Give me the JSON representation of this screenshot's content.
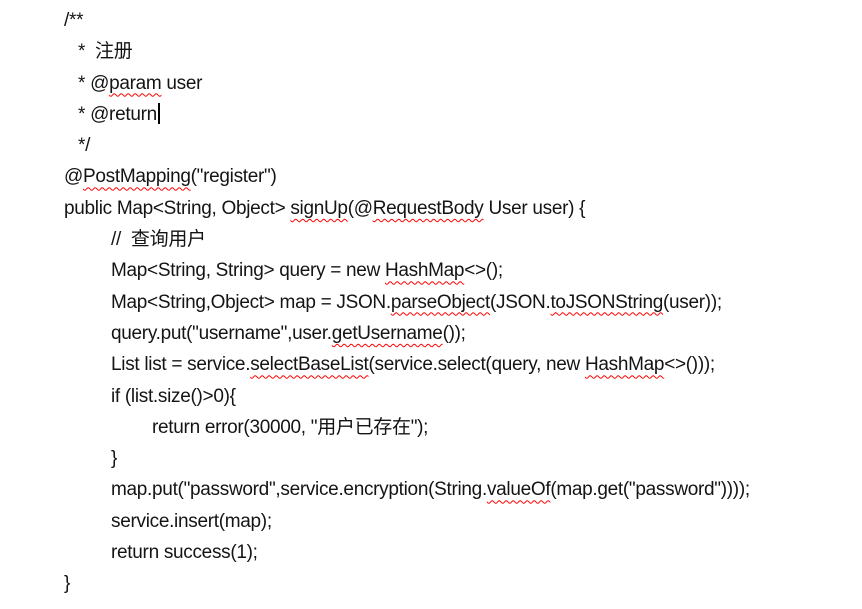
{
  "document": {
    "type": "word-processor-page",
    "background_color": "#ffffff",
    "text_color": "#141414",
    "spellcheck_underline_color": "#ff0000",
    "language_note": "Java source code pasted in document with Chinese comments",
    "lines": [
      {
        "indent": "0",
        "segments": [
          {
            "t": "/**"
          }
        ]
      },
      {
        "indent": "c",
        "segments": [
          {
            "t": "*  注册"
          }
        ]
      },
      {
        "indent": "c",
        "segments": [
          {
            "t": "* @"
          },
          {
            "t": "param",
            "spell": true
          },
          {
            "t": " user"
          }
        ]
      },
      {
        "indent": "c",
        "caret": true,
        "segments": [
          {
            "t": "* @return"
          }
        ]
      },
      {
        "indent": "c",
        "segments": [
          {
            "t": "*/"
          }
        ]
      },
      {
        "indent": "0",
        "segments": [
          {
            "t": "@"
          },
          {
            "t": "PostMapping",
            "spell": true
          },
          {
            "t": "(\"register\")"
          }
        ]
      },
      {
        "indent": "0",
        "segments": [
          {
            "t": "public Map<String, Object> "
          },
          {
            "t": "signUp",
            "spell": true
          },
          {
            "t": "(@"
          },
          {
            "t": "RequestBody",
            "spell": true
          },
          {
            "t": " User user) {"
          }
        ]
      },
      {
        "indent": "1",
        "segments": [
          {
            "t": "//  查询用户"
          }
        ]
      },
      {
        "indent": "1",
        "segments": [
          {
            "t": "Map<String, String> query = new "
          },
          {
            "t": "HashMap",
            "spell": true
          },
          {
            "t": "<>();"
          }
        ]
      },
      {
        "indent": "1",
        "segments": [
          {
            "t": "Map<String,Object> map = JSON."
          },
          {
            "t": "parseObject",
            "spell": true
          },
          {
            "t": "(JSON."
          },
          {
            "t": "toJSONString",
            "spell": true
          },
          {
            "t": "(user));"
          }
        ]
      },
      {
        "indent": "1",
        "segments": [
          {
            "t": "query.put(\"username\",user."
          },
          {
            "t": "getUsername",
            "spell": true
          },
          {
            "t": "());"
          }
        ]
      },
      {
        "indent": "1",
        "segments": [
          {
            "t": "List list = service."
          },
          {
            "t": "selectBaseList",
            "spell": true
          },
          {
            "t": "(service.select(query, new "
          },
          {
            "t": "HashMap",
            "spell": true
          },
          {
            "t": "<>()));"
          }
        ]
      },
      {
        "indent": "1",
        "segments": [
          {
            "t": "if (list.size()>0){"
          }
        ]
      },
      {
        "indent": "2",
        "segments": [
          {
            "t": "return error(30000, \"用户已存在\");"
          }
        ]
      },
      {
        "indent": "1",
        "segments": [
          {
            "t": "}"
          }
        ]
      },
      {
        "indent": "1",
        "segments": [
          {
            "t": "map.put(\"password\",service.encryption(String."
          },
          {
            "t": "valueOf",
            "spell": true
          },
          {
            "t": "(map.get(\"password\"))));"
          }
        ]
      },
      {
        "indent": "1",
        "segments": [
          {
            "t": "service.insert(map);"
          }
        ]
      },
      {
        "indent": "1",
        "segments": [
          {
            "t": "return success(1);"
          }
        ]
      },
      {
        "indent": "0",
        "segments": [
          {
            "t": "}"
          }
        ]
      }
    ]
  }
}
